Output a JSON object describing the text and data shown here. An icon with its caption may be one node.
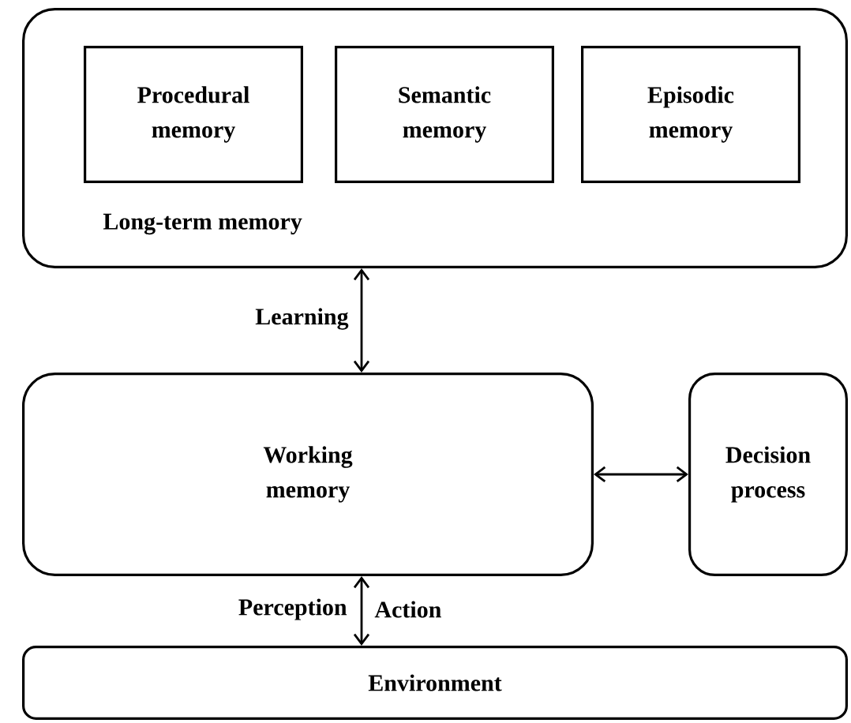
{
  "diagram": {
    "nodes": [
      {
        "text": [
          "Long-term memory"
        ]
      },
      {
        "text": [
          "Procedural memory"
        ],
        "in": 0
      },
      {
        "text": [
          "Semantic memory"
        ],
        "in": 0
      },
      {
        "text": [
          "Episodic memory"
        ],
        "in": 0
      },
      {
        "text": [
          "Working memory"
        ]
      },
      {
        "text": [
          "Decision process"
        ]
      },
      {
        "text": [
          "Environment"
        ]
      }
    ],
    "edges": [
      {
        "from": 0,
        "to": 4,
        "arrow": "both",
        "label": "Learning"
      },
      {
        "from": 4,
        "to": 5,
        "arrow": "both"
      },
      {
        "from": 4,
        "to": 6,
        "arrow": "both",
        "label": "Perception"
      }
    ],
    "labels": [
      "Action"
    ]
  }
}
